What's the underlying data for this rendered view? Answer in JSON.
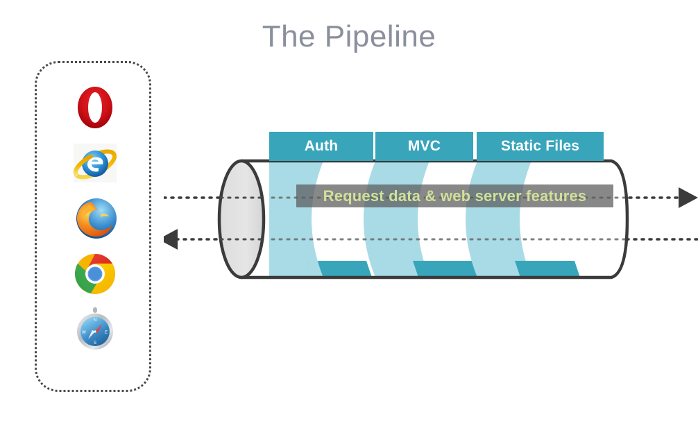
{
  "slide": {
    "title": "The Pipeline",
    "background_color": "#ffffff",
    "title_color": "#8a8f9c"
  },
  "browser_group": {
    "name": "Browsers",
    "border_style": "dotted",
    "border_color": "#4a4a4a",
    "browsers": [
      {
        "name": "Opera",
        "icon": "opera-icon",
        "color": "#cc0f16"
      },
      {
        "name": "Internet Explorer",
        "icon": "internet-explorer-icon",
        "color": "#1a86c8"
      },
      {
        "name": "Firefox",
        "icon": "firefox-icon",
        "color": "#e66000"
      },
      {
        "name": "Google Chrome",
        "icon": "chrome-icon",
        "color": "#4285f4"
      },
      {
        "name": "Safari",
        "icon": "safari-icon",
        "color": "#1e73be"
      }
    ]
  },
  "pipeline": {
    "cylinder": {
      "cap_fill": "#e2e2e2",
      "cap_stroke": "#3b3b3b",
      "body_stroke": "#3b3b3b"
    },
    "middleware": [
      {
        "label": "Auth",
        "slice_color": "#a9dbe6",
        "accent_color": "#38a5bb"
      },
      {
        "label": "MVC",
        "slice_color": "#a9dbe6",
        "accent_color": "#38a5bb"
      },
      {
        "label": "Static Files",
        "slice_color": "#a9dbe6",
        "accent_color": "#38a5bb"
      }
    ],
    "banner": {
      "text": "Request data & web server features",
      "background_color": "#5a5a5a",
      "text_color": "#cfe09a"
    },
    "flow_arrows": [
      {
        "name": "request-flow-arrow",
        "direction": "right",
        "color": "#3b3b3b"
      },
      {
        "name": "response-flow-arrow",
        "direction": "left",
        "color": "#3b3b3b"
      }
    ]
  }
}
